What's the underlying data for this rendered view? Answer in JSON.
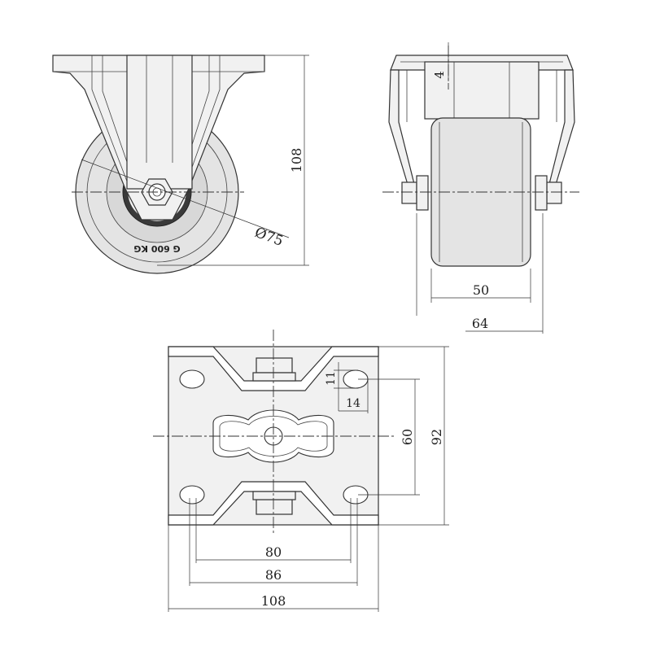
{
  "views": {
    "side": {
      "height_label": "108",
      "wheel_diameter_label": "Ø75",
      "wheel_marking": "G 600 KG"
    },
    "front": {
      "plate_thickness_label": "4",
      "wheel_width_label": "50",
      "overall_width_label": "64"
    },
    "top": {
      "slot_height_label": "11",
      "slot_length_label": "14",
      "hole_spacing_vertical_label": "60",
      "plate_height_label": "92",
      "hole_spacing_horizontal_label": "80",
      "hole_outer_span_label": "86",
      "plate_width_label": "108"
    }
  },
  "colors": {
    "line": "#333333",
    "metal": "#f1f1f1",
    "tire": "#e4e4e4",
    "background": "#ffffff"
  }
}
